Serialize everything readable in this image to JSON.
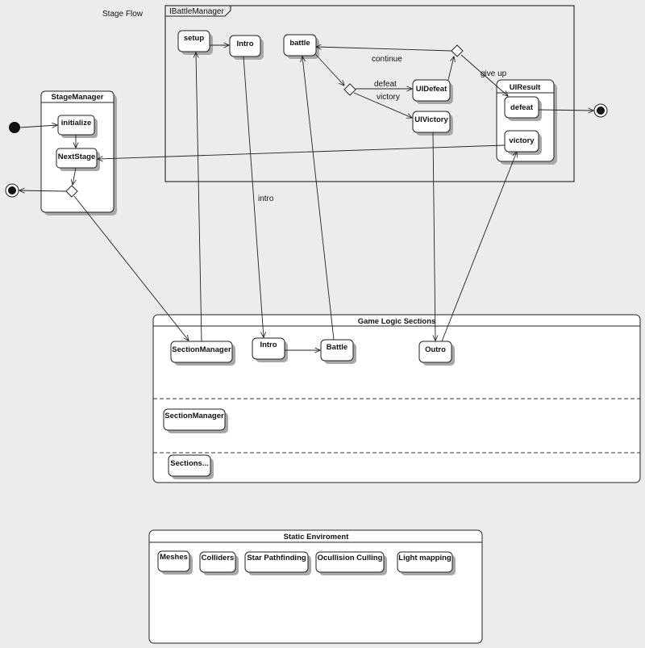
{
  "diagram": {
    "title": "Stage Flow",
    "battle_manager": {
      "name": "IBattleManager",
      "states": {
        "setup": "setup",
        "intro": "Intro",
        "battle": "battle",
        "ui_defeat": "UIDefeat",
        "ui_victory": "UIVictory"
      },
      "ui_result": {
        "name": "UIResult",
        "defeat": "defeat",
        "victory": "victory"
      },
      "edge_labels": {
        "continue": "continue",
        "give_up": "give up",
        "defeat": "defeat",
        "victory": "victory"
      }
    },
    "stage_manager": {
      "name": "StageManager",
      "initialize": "initialize",
      "next_stage": "NextStage"
    },
    "intro_edge_label": "intro",
    "game_logic": {
      "name": "Game Logic Sections",
      "row1": {
        "section_manager": "SectionManager",
        "intro": "Intro",
        "battle": "Battle",
        "outro": "Outro"
      },
      "row2": {
        "section_manager": "SectionManager"
      },
      "row3": {
        "sections": "Sections..."
      }
    },
    "static_env": {
      "name": "Static Enviroment",
      "items": [
        "Meshes",
        "Colliders",
        "Star Pathfinding",
        "Ocullision Culling",
        "Light mapping"
      ]
    }
  }
}
